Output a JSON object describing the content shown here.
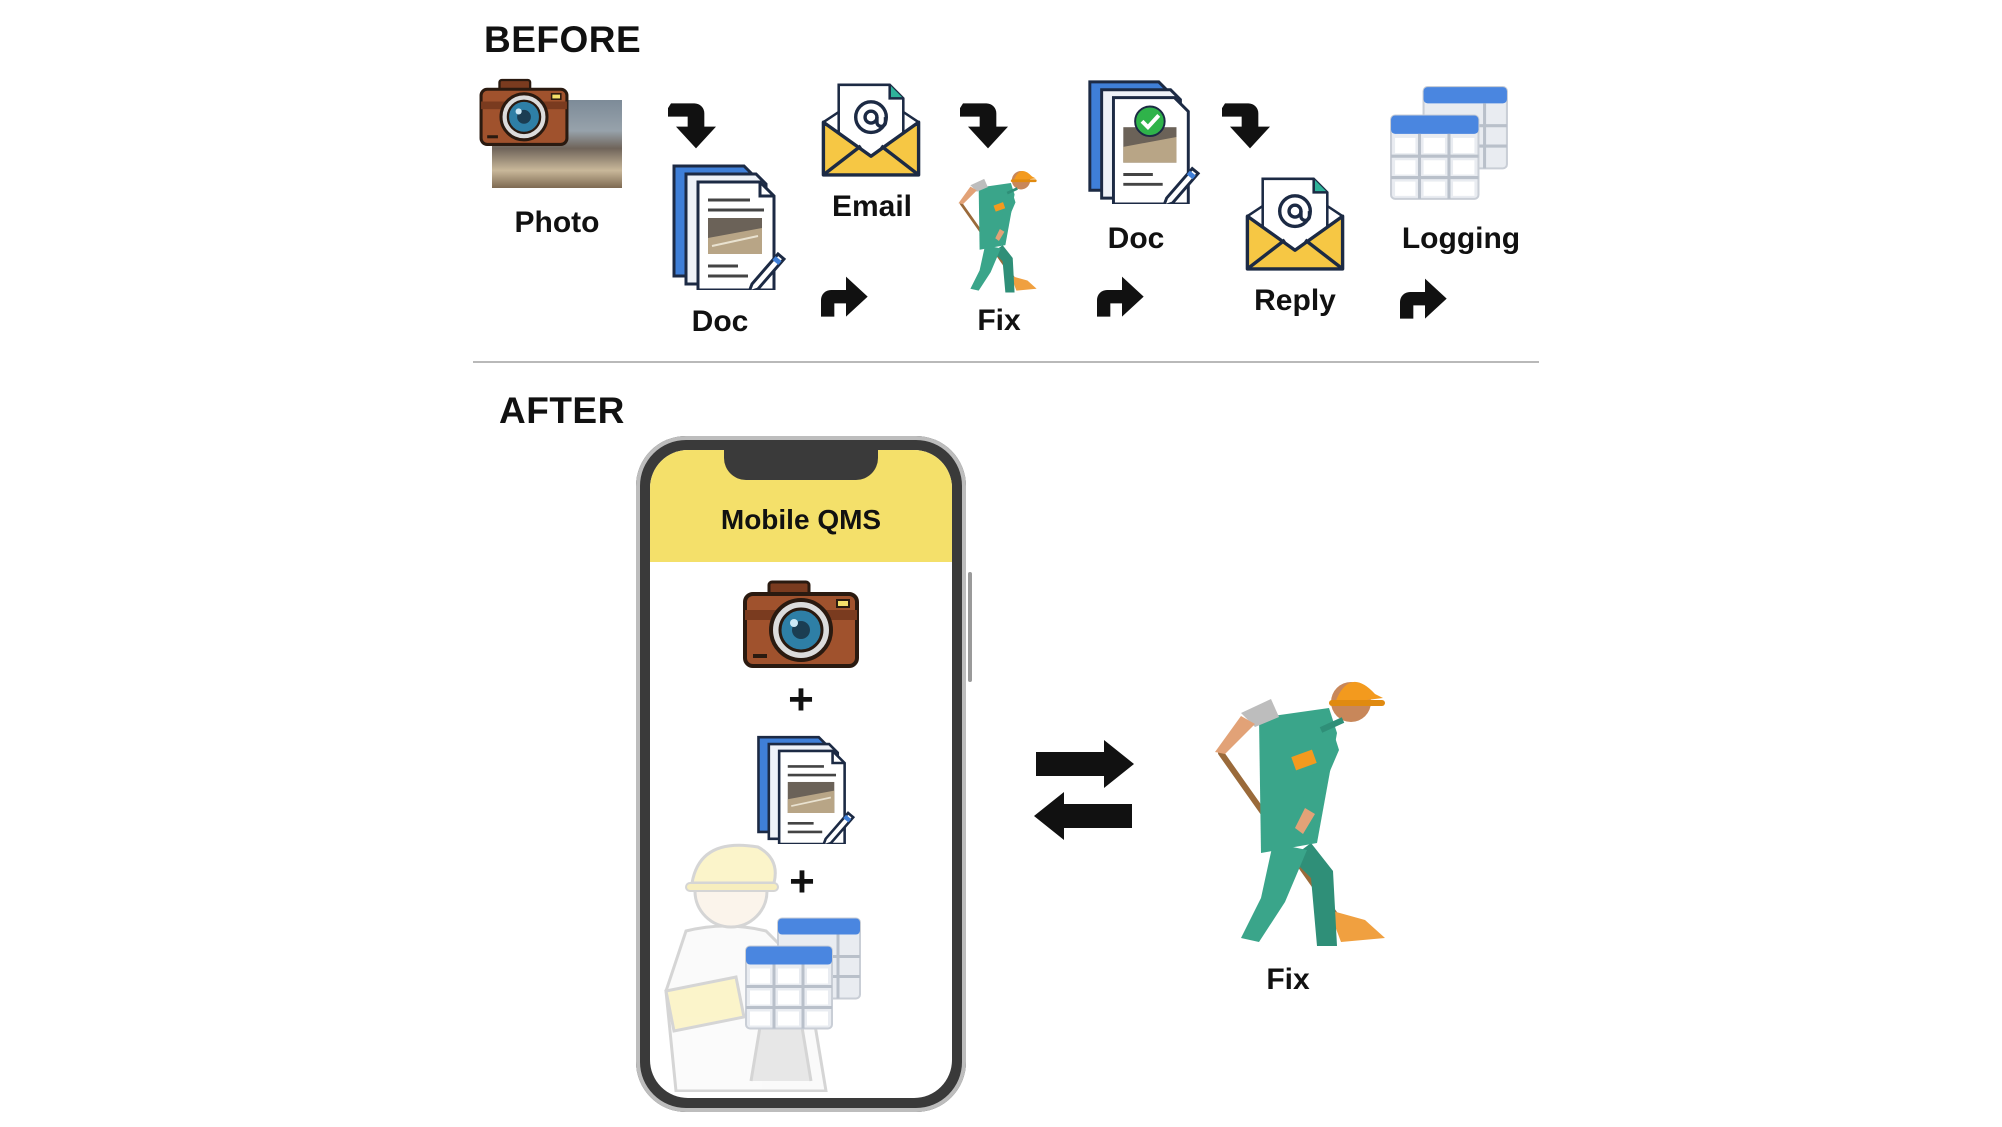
{
  "before": {
    "title": "BEFORE",
    "steps": [
      {
        "label": "Photo",
        "icon": "camera-photo-icon"
      },
      {
        "label": "Doc",
        "icon": "document-icon"
      },
      {
        "label": "Email",
        "icon": "email-icon"
      },
      {
        "label": "Fix",
        "icon": "worker-icon"
      },
      {
        "label": "Doc",
        "icon": "approved-document-icon"
      },
      {
        "label": "Reply",
        "icon": "email-icon"
      },
      {
        "label": "Logging",
        "icon": "spreadsheet-icon"
      }
    ]
  },
  "after": {
    "title": "AFTER",
    "phone": {
      "title": "Mobile QMS",
      "plus_1": "+",
      "plus_2": "+",
      "icons": [
        "camera-icon",
        "document-icon",
        "spreadsheet-icon",
        "inspector-icon"
      ]
    },
    "fix_label": "Fix"
  },
  "colors": {
    "phone_header": "#f4e06a",
    "phone_frame": "#3a3a3a",
    "camera_body": "#a0522d",
    "lens": "#2e7fa6",
    "doc_blue": "#3f7fd8",
    "envelope": "#f6c744",
    "worker_suit": "#3aa58a",
    "helmet": "#f39a1e",
    "sheet_blue": "#4a86e0"
  }
}
